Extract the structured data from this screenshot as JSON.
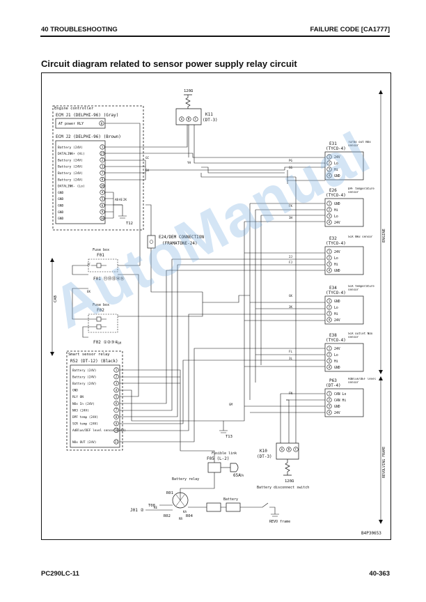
{
  "header": {
    "section": "40 TROUBLESHOOTING",
    "failure_code": "FAILURE CODE [CA1777]"
  },
  "title": "Circuit diagram related to sensor power supply relay circuit",
  "footer": {
    "model": "PC290LC-11",
    "page": "40-363"
  },
  "watermark": "AutoManual",
  "diagram": {
    "drawing_no": "B4P30653",
    "side_labels": {
      "engine": "ENGINE",
      "revolving_frame": "REVOLVING FRAME",
      "cab": "CAB"
    },
    "ecm": {
      "box_title": "Engine controller",
      "j1_title": "ECM J1 (DELPHI-96) (Gray)",
      "j1_pin": {
        "label": "AT power RLY",
        "pin": "8"
      },
      "j2_title": "ECM J2 (DELPHI-96) (Brown)",
      "j2_pins": [
        {
          "label": "Battery (24V)",
          "pin": "1"
        },
        {
          "label": "DATALINK+ (Hi)",
          "pin": "27"
        },
        {
          "label": "Battery (24V)",
          "pin": "2"
        },
        {
          "label": "Battery (24V)",
          "pin": "3"
        },
        {
          "label": "Battery (24V)",
          "pin": "7"
        },
        {
          "label": "Battery (24V)",
          "pin": "8"
        },
        {
          "label": "DATALINK- (Lo)",
          "pin": "28"
        },
        {
          "label": "GND",
          "pin": "4"
        },
        {
          "label": "GND",
          "pin": "5"
        },
        {
          "label": "GND",
          "pin": "6"
        },
        {
          "label": "GND",
          "pin": "9"
        },
        {
          "label": "GND",
          "pin": "10"
        }
      ]
    },
    "resistor_top": {
      "value": "120Ω",
      "connector": "K11",
      "connector_type": "(DT-3)",
      "pins": [
        "A",
        "B",
        "C"
      ]
    },
    "resistor_bottom": {
      "value": "120Ω",
      "connector": "K10",
      "connector_type": "(DT-3)",
      "pins": [
        "A",
        "B",
        "C"
      ]
    },
    "sensors": [
      {
        "id": "E31",
        "type": "(TYCO-4)",
        "name": "Turbo out NOx sensor",
        "pins": [
          "24V",
          "Lo",
          "Hi",
          "GND"
        ]
      },
      {
        "id": "E26",
        "type": "(TYCO-4)",
        "name": "DPF temperature sensor",
        "pins": [
          "GND",
          "Hi",
          "Lo",
          "24V"
        ]
      },
      {
        "id": "E32",
        "type": "(TYCO-4)",
        "name": "SCR NH3 sensor",
        "pins": [
          "24V",
          "Lo",
          "Hi",
          "GND"
        ]
      },
      {
        "id": "E34",
        "type": "(TYCO-4)",
        "name": "SCR temperature sensor",
        "pins": [
          "GND",
          "Lo",
          "Hi",
          "24V"
        ]
      },
      {
        "id": "E38",
        "type": "(TYCO-4)",
        "name": "SCR outlet NOx sensor",
        "pins": [
          "24V",
          "Lo",
          "Hi",
          "GND"
        ]
      },
      {
        "id": "P63",
        "type": "(DT-4)",
        "name": "AdBlue/DEF level sensor",
        "pins": [
          "CAN Lo",
          "CAN Hi",
          "GND",
          "24V"
        ]
      }
    ],
    "dem_connector": {
      "id": "E24",
      "label": "E24/DEM CONNECTION",
      "type": "(FRAMATONE-24)"
    },
    "fuse_f01": {
      "title": "Fuse box",
      "id": "F01",
      "outputs": "F01 ⑪⑫⑬⑭⑮"
    },
    "fuse_f02": {
      "title": "Fuse box",
      "id": "F02",
      "outputs": "F02 ①②③④"
    },
    "relay": {
      "box_title": "Smart sensor relay",
      "connector": "R52 (DT-12) (Black)",
      "pins": [
        {
          "label": "Battery (24V)",
          "pin": "1"
        },
        {
          "label": "Battery (24V)",
          "pin": "2"
        },
        {
          "label": "Battery (24V)",
          "pin": "3"
        },
        {
          "label": "GND",
          "pin": "4"
        },
        {
          "label": "RLY ON",
          "pin": "5"
        },
        {
          "label": "NOx In (24V)",
          "pin": "6"
        },
        {
          "label": "NH3 (24V)",
          "pin": "7"
        },
        {
          "label": "DPF temp (24V)",
          "pin": "8"
        },
        {
          "label": "SCR temp (24V)",
          "pin": "9"
        },
        {
          "label": "AdBlue/DEF level sensor (24V)",
          "pin": "10"
        },
        {
          "label": "NOx OUT (24V)",
          "pin": "11"
        }
      ]
    },
    "grounds": [
      "T12",
      "T13",
      "T08"
    ],
    "fusible_link": {
      "title": "Fusible link",
      "id": "F05 (L-2)",
      "terminal": "65A"
    },
    "battery_relay": {
      "title": "Battery relay",
      "terminals": [
        "R01",
        "R02",
        "R04"
      ]
    },
    "battery": {
      "label": "Battery"
    },
    "disconnect": {
      "title": "Battery disconnect switch"
    },
    "revo_frame": "REVO frame",
    "j01": "J01 ②",
    "wire_codes": [
      "GC",
      "GH",
      "YH",
      "PG",
      "GG",
      "FK",
      "3H",
      "FJ",
      "2J",
      "GK",
      "3K",
      "FL",
      "3L",
      "FN",
      "GM",
      "JC",
      "EK",
      "LM",
      "AB",
      "AE",
      "2K",
      "7A",
      "KA",
      "KE",
      "RR"
    ]
  }
}
